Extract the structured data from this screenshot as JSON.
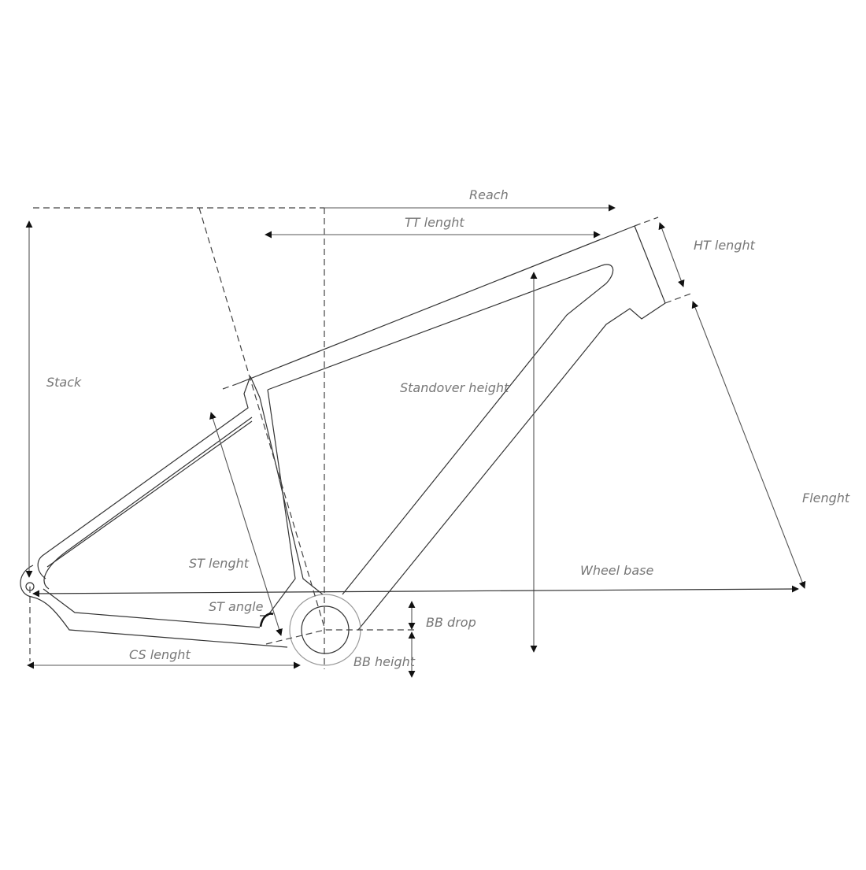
{
  "diagram": {
    "subject": "Bicycle frame geometry",
    "colors": {
      "line": "#333333",
      "label": "#777777",
      "background": "#ffffff"
    },
    "labels": {
      "reach": "Reach",
      "tt_length": "TT lenght",
      "ht_length": "HT lenght",
      "stack": "Stack",
      "standover_height": "Standover height",
      "flength": "Flenght",
      "st_length": "ST lenght",
      "wheel_base": "Wheel base",
      "st_angle": "ST angle",
      "bb_drop": "BB drop",
      "cs_length": "CS lenght",
      "bb_height": "BB height"
    }
  }
}
